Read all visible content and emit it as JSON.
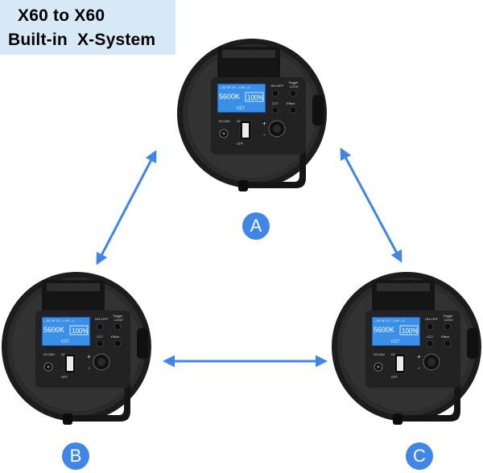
{
  "banner": {
    "line1": "X60 to X60",
    "line2": "Built-in  X-System"
  },
  "units": [
    {
      "id": "A",
      "badge": "A",
      "cct": "5600K",
      "level": "100%",
      "mode": "CCT",
      "status": "—05 3P CF—I HF—0",
      "labels": {
        "onoff": "ON /OFF",
        "trigger": "Trigger",
        "lock": "LOCK",
        "cct": "CCT",
        "effect": "Effect",
        "dc": "DC/15V",
        "on": "ON",
        "off": "OFF"
      }
    },
    {
      "id": "B",
      "badge": "B",
      "cct": "5600K",
      "level": "100%",
      "mode": "CCT",
      "status": "—05 3P CF—I HF—0",
      "labels": {
        "onoff": "ON /OFF",
        "trigger": "Trigger",
        "lock": "LOCK",
        "cct": "CCT",
        "effect": "Effect",
        "dc": "DC/15V",
        "on": "ON",
        "off": "OFF"
      }
    },
    {
      "id": "C",
      "badge": "C",
      "cct": "5600K",
      "level": "100%",
      "mode": "CCT",
      "status": "—05 3P CF—I HF—0",
      "labels": {
        "onoff": "ON /OFF",
        "trigger": "Trigger",
        "lock": "LOCK",
        "cct": "CCT",
        "effect": "Effect",
        "dc": "DC/15V",
        "on": "ON",
        "off": "OFF"
      }
    }
  ],
  "colors": {
    "arrow": "#3f86e6",
    "badge": "#3f86e6",
    "screen": "#3a8fe8",
    "banner_bg": "#d7e8f6"
  }
}
